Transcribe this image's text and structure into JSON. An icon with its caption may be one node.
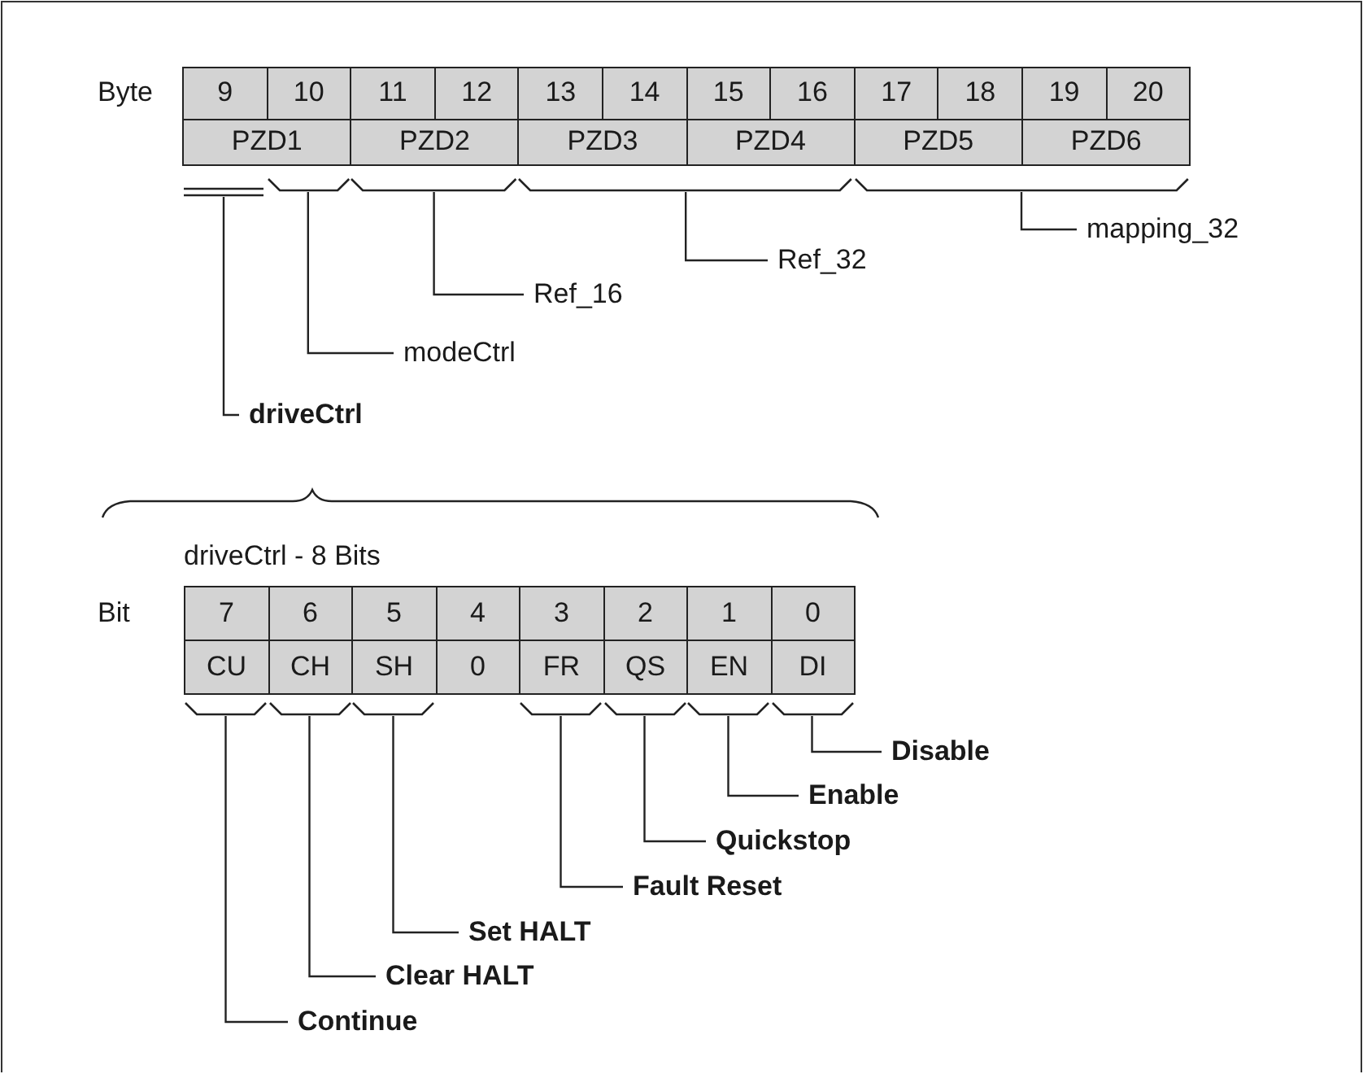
{
  "diagram": {
    "nodes": [
      {
        "text": [
          "9"
        ]
      },
      {
        "text": [
          "10"
        ]
      },
      {
        "text": [
          "11"
        ]
      },
      {
        "text": [
          "12"
        ]
      },
      {
        "text": [
          "13"
        ]
      },
      {
        "text": [
          "14"
        ]
      },
      {
        "text": [
          "15"
        ]
      },
      {
        "text": [
          "16"
        ]
      },
      {
        "text": [
          "17"
        ]
      },
      {
        "text": [
          "18"
        ]
      },
      {
        "text": [
          "19"
        ]
      },
      {
        "text": [
          "20"
        ]
      },
      {
        "text": [
          "PZD1"
        ]
      },
      {
        "text": [
          "PZD2"
        ]
      },
      {
        "text": [
          "PZD3"
        ]
      },
      {
        "text": [
          "PZD4"
        ]
      },
      {
        "text": [
          "PZD5"
        ]
      },
      {
        "text": [
          "PZD6"
        ]
      },
      {
        "text": [],
        "shape": "line"
      },
      {
        "text": [],
        "shape": "bracket"
      },
      {
        "text": [],
        "shape": "bracket"
      },
      {
        "text": [],
        "shape": "bracket"
      },
      {
        "text": [],
        "shape": "bracket"
      },
      {
        "text": [
          "mapping_32"
        ]
      },
      {
        "text": [
          "Ref_32"
        ]
      },
      {
        "text": [
          "Ref_16"
        ]
      },
      {
        "text": [
          "modeCtrl"
        ]
      },
      {
        "text": [
          "driveCtrl"
        ]
      },
      {
        "text": [
          "7"
        ]
      },
      {
        "text": [
          "6"
        ]
      },
      {
        "text": [
          "5"
        ]
      },
      {
        "text": [
          "4"
        ]
      },
      {
        "text": [
          "3"
        ]
      },
      {
        "text": [
          "2"
        ]
      },
      {
        "text": [
          "1"
        ]
      },
      {
        "text": [
          "0"
        ]
      },
      {
        "text": [
          "CU"
        ]
      },
      {
        "text": [
          "CH"
        ]
      },
      {
        "text": [
          "SH"
        ]
      },
      {
        "text": [
          "0"
        ]
      },
      {
        "text": [
          "FR"
        ]
      },
      {
        "text": [
          "QS"
        ]
      },
      {
        "text": [
          "EN"
        ]
      },
      {
        "text": [
          "DI"
        ]
      },
      {
        "text": [],
        "shape": "bracket"
      },
      {
        "text": [],
        "shape": "bracket"
      },
      {
        "text": [],
        "shape": "bracket"
      },
      {
        "text": [],
        "shape": "bracket"
      },
      {
        "text": [],
        "shape": "bracket"
      },
      {
        "text": [],
        "shape": "bracket"
      },
      {
        "text": [],
        "shape": "bracket"
      },
      {
        "text": [
          "Disable"
        ]
      },
      {
        "text": [
          "Enable"
        ]
      },
      {
        "text": [
          "Quickstop"
        ]
      },
      {
        "text": [
          "Fault Reset"
        ]
      },
      {
        "text": [
          "Set HALT"
        ]
      },
      {
        "text": [
          "Clear HALT"
        ]
      },
      {
        "text": [
          "Continue"
        ]
      }
    ],
    "edges": [
      {
        "from": 23,
        "to": 22,
        "arrow": "none"
      },
      {
        "from": 24,
        "to": 21,
        "arrow": "none"
      },
      {
        "from": 25,
        "to": 20,
        "arrow": "none"
      },
      {
        "from": 26,
        "to": 19,
        "arrow": "none"
      },
      {
        "from": 27,
        "to": 18,
        "arrow": "none"
      },
      {
        "from": 51,
        "to": 50,
        "arrow": "none"
      },
      {
        "from": 52,
        "to": 49,
        "arrow": "none"
      },
      {
        "from": 53,
        "to": 48,
        "arrow": "none"
      },
      {
        "from": 54,
        "to": 47,
        "arrow": "none"
      },
      {
        "from": 55,
        "to": 46,
        "arrow": "none"
      },
      {
        "from": 56,
        "to": 45,
        "arrow": "none"
      },
      {
        "from": 57,
        "to": 44,
        "arrow": "none"
      }
    ],
    "labels": [
      "Byte",
      "driveCtrl - 8 Bits",
      "Bit"
    ]
  }
}
